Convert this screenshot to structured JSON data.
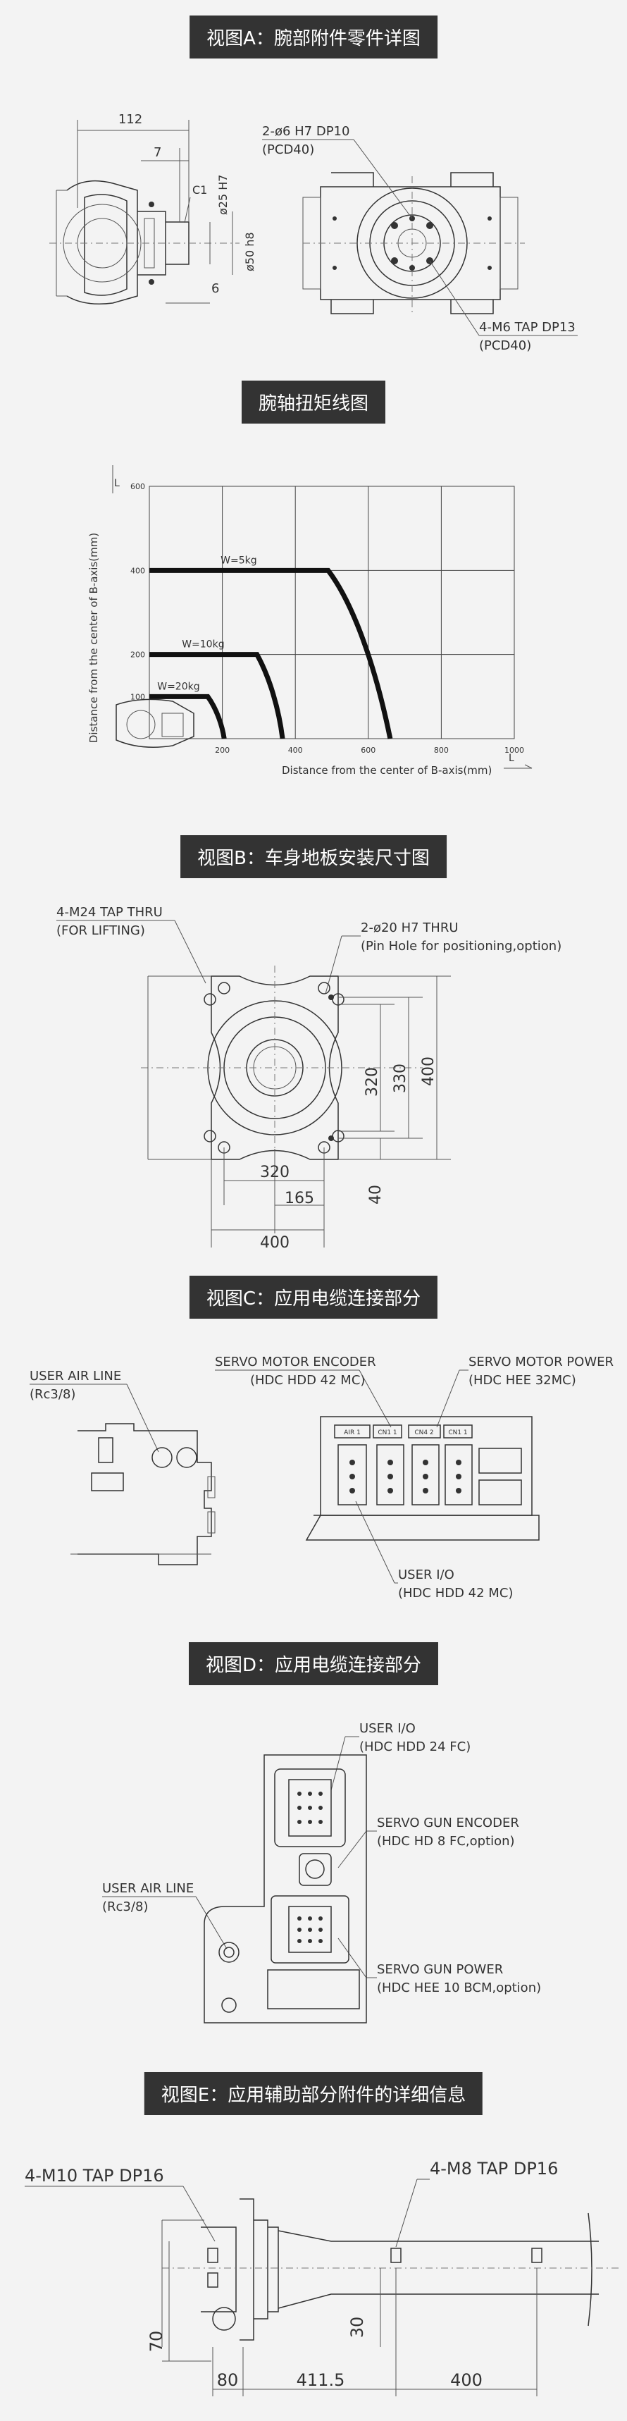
{
  "sections": {
    "a": "视图A：腕部附件零件详图",
    "torque": "腕轴扭矩线图",
    "b": "视图B：车身地板安装尺寸图",
    "c": "视图C：应用电缆连接部分",
    "d": "视图D：应用电缆连接部分",
    "e": "视图E：应用辅助部分附件的详细信息"
  },
  "view_a": {
    "dim_112": "112",
    "dim_7": "7",
    "dim_6": "6",
    "c1": "C1",
    "d25": "ø25 H7",
    "d50": "ø50 h8",
    "pin_note": "2-ø6 H7 DP10",
    "pin_pcd": "(PCD40)",
    "tap_note": "4-M6 TAP DP13",
    "tap_pcd": "(PCD40)"
  },
  "chart_data": {
    "type": "line",
    "xlabel": "Distance from the center of B-axis(mm)",
    "ylabel": "Distance from the center of B-axis(mm)",
    "x_unit": "L",
    "y_unit": "L",
    "xlim": [
      0,
      1000
    ],
    "ylim": [
      0,
      600
    ],
    "xticks": [
      "200",
      "400",
      "600",
      "800",
      "1000"
    ],
    "yticks": [
      "100",
      "200",
      "400",
      "600"
    ],
    "series": [
      {
        "name": "W=5kg",
        "points": [
          [
            0,
            400
          ],
          [
            490,
            400
          ],
          [
            560,
            320
          ],
          [
            620,
            170
          ],
          [
            660,
            0
          ]
        ]
      },
      {
        "name": "W=10kg",
        "points": [
          [
            0,
            200
          ],
          [
            295,
            200
          ],
          [
            330,
            145
          ],
          [
            355,
            70
          ],
          [
            365,
            0
          ]
        ]
      },
      {
        "name": "W=20kg",
        "points": [
          [
            0,
            100
          ],
          [
            160,
            100
          ],
          [
            185,
            70
          ],
          [
            200,
            30
          ],
          [
            205,
            0
          ]
        ]
      }
    ]
  },
  "view_b": {
    "tap_note": "4-M24 TAP THRU",
    "tap_sub": "(FOR LIFTING)",
    "pin_note": "2-ø20 H7 THRU",
    "pin_sub": "(Pin Hole for positioning,option)",
    "d320v": "320",
    "d330": "330",
    "d400v": "400",
    "d40": "40",
    "d320h": "320",
    "d165": "165",
    "d400h": "400"
  },
  "view_c": {
    "air": "USER AIR LINE",
    "air_sub": "(Rc3/8)",
    "enc": "SERVO MOTOR ENCODER",
    "enc_sub": "(HDC HDD 42 MC)",
    "pwr": "SERVO MOTOR POWER",
    "pwr_sub": "(HDC HEE 32MC)",
    "io": "USER I/O",
    "io_sub": "(HDC HDD 42 MC)",
    "tags": [
      "AIR 1",
      "CN1 1",
      "CN4 2",
      "CN1 1"
    ]
  },
  "view_d": {
    "io": "USER I/O",
    "io_sub": "(HDC HDD 24 FC)",
    "enc": "SERVO GUN ENCODER",
    "enc_sub": "(HDC HD 8 FC,option)",
    "air": "USER AIR LINE",
    "air_sub": "(Rc3/8)",
    "pwr": "SERVO GUN POWER",
    "pwr_sub": "(HDC HEE 10 BCM,option)"
  },
  "view_e": {
    "tap1": "4-M10 TAP DP16",
    "tap2": "4-M8 TAP DP16",
    "d70": "70",
    "d30": "30",
    "d80": "80",
    "d411": "411.5",
    "d400": "400"
  }
}
